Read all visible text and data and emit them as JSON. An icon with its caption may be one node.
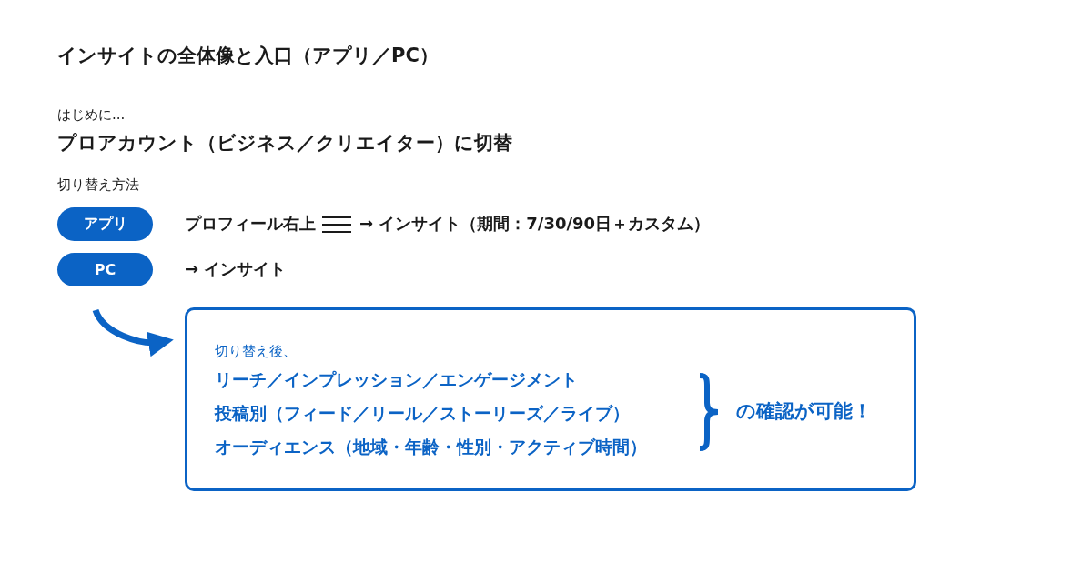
{
  "diagram": {
    "title": "インサイトの全体像と入口（アプリ／PC）",
    "nodes": [
      {
        "text": [
          "アプリ"
        ],
        "beside": [
          "プロフィール右上",
          "→ インサイト（期間：7/30/90日＋カスタム）"
        ]
      },
      {
        "text": [
          "PC"
        ],
        "beside": [
          "→ インサイト"
        ]
      },
      {
        "text": [
          "切り替え後、",
          "リーチ／インプレッション／エンゲージメント",
          "投稿別（フィード／リール／ストーリーズ／ライブ）",
          "オーディエンス（地域・年齢・性別・アクティブ時間）",
          "の確認が可能！"
        ]
      }
    ],
    "edges": [
      {
        "from": 1,
        "to": 2,
        "arrow": "to"
      }
    ],
    "labels": [
      "はじめに...",
      "プロアカウント（ビジネス／クリエイター）に切替",
      "切り替え方法"
    ]
  }
}
